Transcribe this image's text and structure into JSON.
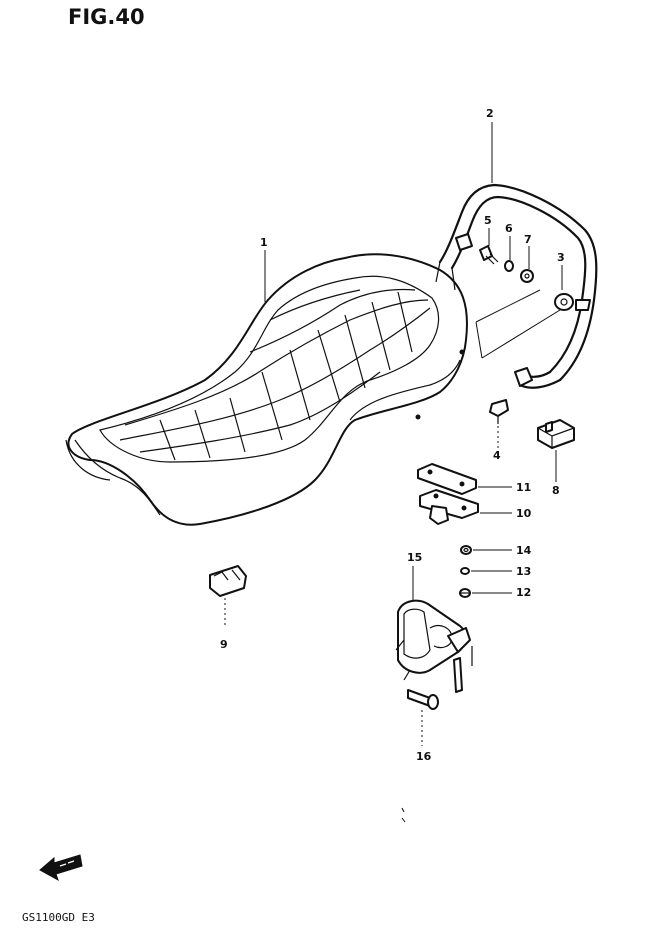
{
  "title": "FIG.40",
  "model_code": "GS1100GD E3",
  "parts": [
    {
      "ref": "1"
    },
    {
      "ref": "2"
    },
    {
      "ref": "3"
    },
    {
      "ref": "4"
    },
    {
      "ref": "5"
    },
    {
      "ref": "6"
    },
    {
      "ref": "7"
    },
    {
      "ref": "8"
    },
    {
      "ref": "9"
    },
    {
      "ref": "10"
    },
    {
      "ref": "11"
    },
    {
      "ref": "12"
    },
    {
      "ref": "13"
    },
    {
      "ref": "14"
    },
    {
      "ref": "15"
    },
    {
      "ref": "16"
    }
  ],
  "icons": {
    "front_arrow": "front-direction-arrow-icon"
  },
  "colors": {
    "ink": "#111111",
    "paper": "#ffffff"
  }
}
